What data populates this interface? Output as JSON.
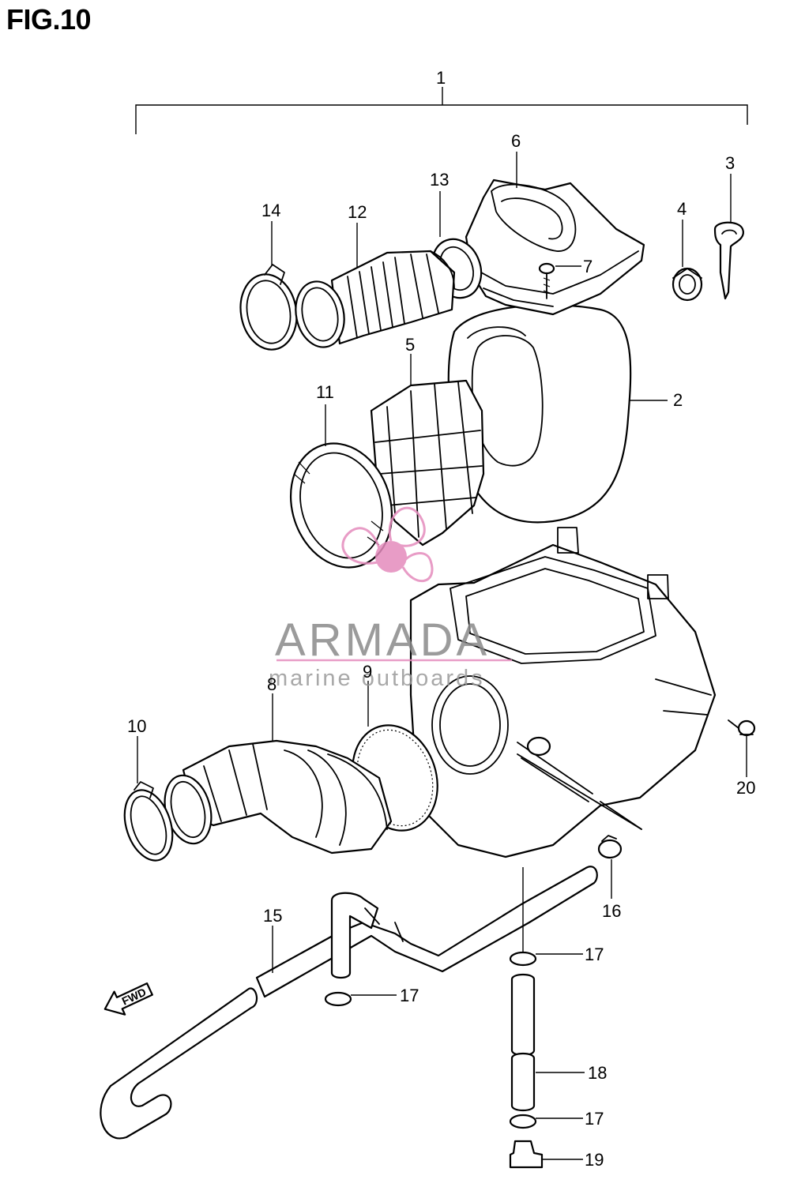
{
  "figure": {
    "title": "FIG.10"
  },
  "callouts": [
    {
      "id": "c1",
      "label": "1"
    },
    {
      "id": "c2",
      "label": "2"
    },
    {
      "id": "c3",
      "label": "3"
    },
    {
      "id": "c4",
      "label": "4"
    },
    {
      "id": "c5",
      "label": "5"
    },
    {
      "id": "c6",
      "label": "6"
    },
    {
      "id": "c7",
      "label": "7"
    },
    {
      "id": "c8",
      "label": "8"
    },
    {
      "id": "c9",
      "label": "9"
    },
    {
      "id": "c10",
      "label": "10"
    },
    {
      "id": "c11",
      "label": "11"
    },
    {
      "id": "c12",
      "label": "12"
    },
    {
      "id": "c13",
      "label": "13"
    },
    {
      "id": "c14",
      "label": "14"
    },
    {
      "id": "c15",
      "label": "15"
    },
    {
      "id": "c16",
      "label": "16"
    },
    {
      "id": "c17a",
      "label": "17"
    },
    {
      "id": "c17b",
      "label": "17"
    },
    {
      "id": "c17c",
      "label": "17"
    },
    {
      "id": "c18",
      "label": "18"
    },
    {
      "id": "c19",
      "label": "19"
    },
    {
      "id": "c20",
      "label": "20"
    }
  ],
  "direction_marker": {
    "label": "FWD"
  },
  "watermark": {
    "brand": "ARMADA",
    "tagline": "marine outboards",
    "color": "#e48bbd"
  }
}
